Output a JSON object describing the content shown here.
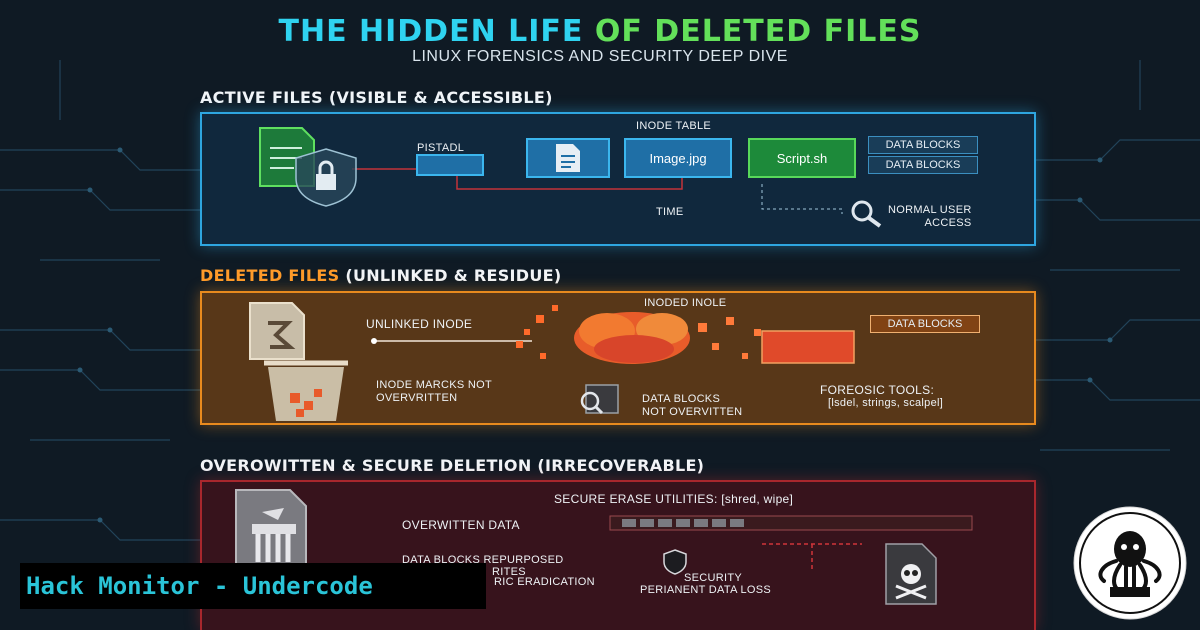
{
  "title": {
    "part1": "THE HIDDEN LIFE",
    "part2": "OF DELETED FILES"
  },
  "subtitle": "LINUX FORENSICS AND SECURITY DEEP DIVE",
  "active": {
    "heading": "ACTIVE FILES (VISIBLE & ACCESSIBLE)",
    "inode_table": "INODE TABLE",
    "pistadl": "PISTADL",
    "image_file": "Image.jpg",
    "script_file": "Script.sh",
    "data_blocks_1": "DATA BLOCKS",
    "data_blocks_2": "DATA BLOCKS",
    "time": "TIME",
    "normal_access": "NORMAL USER\nACCESS"
  },
  "deleted": {
    "heading_a": "DELETED FILES",
    "heading_b": " (UNLINKED & RESIDUE)",
    "unlinked_inode": "UNLINKED INODE",
    "inoded_inole": "INODED INOLE",
    "data_blocks": "DATA BLOCKS",
    "inode_marks": "INODE MARCKS NOT\nOVERVRITTEN",
    "data_blocks_not": "DATA BLOCKS\nNOT OVERVITTEN",
    "forensic_tools": "FOREOSIC TOOLS:",
    "tools_list": "[lsdel, strings, scalpel]"
  },
  "overwritten": {
    "heading": "OVEROWITTEN & SECURE DELETION (IRRECOVERABLE)",
    "secure_erase": "SECURE ERASE UTILITIES: [shred, wipe]",
    "overwritten_data": "OVERWITTEN DATA",
    "repurposed": "DATA BLOCKS REPURPOSED",
    "rites": "RITES",
    "eradication": "RIC ERADICATION",
    "security": "SECURITY",
    "permanent_loss": "PERIANENT DATA LOSS"
  },
  "footer": "Hack Monitor - Undercode",
  "colors": {
    "cyan": "#2fd3f0",
    "green": "#63e05a",
    "orange": "#ff9b2a",
    "active_border": "#2ea6e0",
    "deleted_border": "#e88a1e",
    "overwritten_border": "#a8272d",
    "footer_text": "#2ac4d8"
  }
}
